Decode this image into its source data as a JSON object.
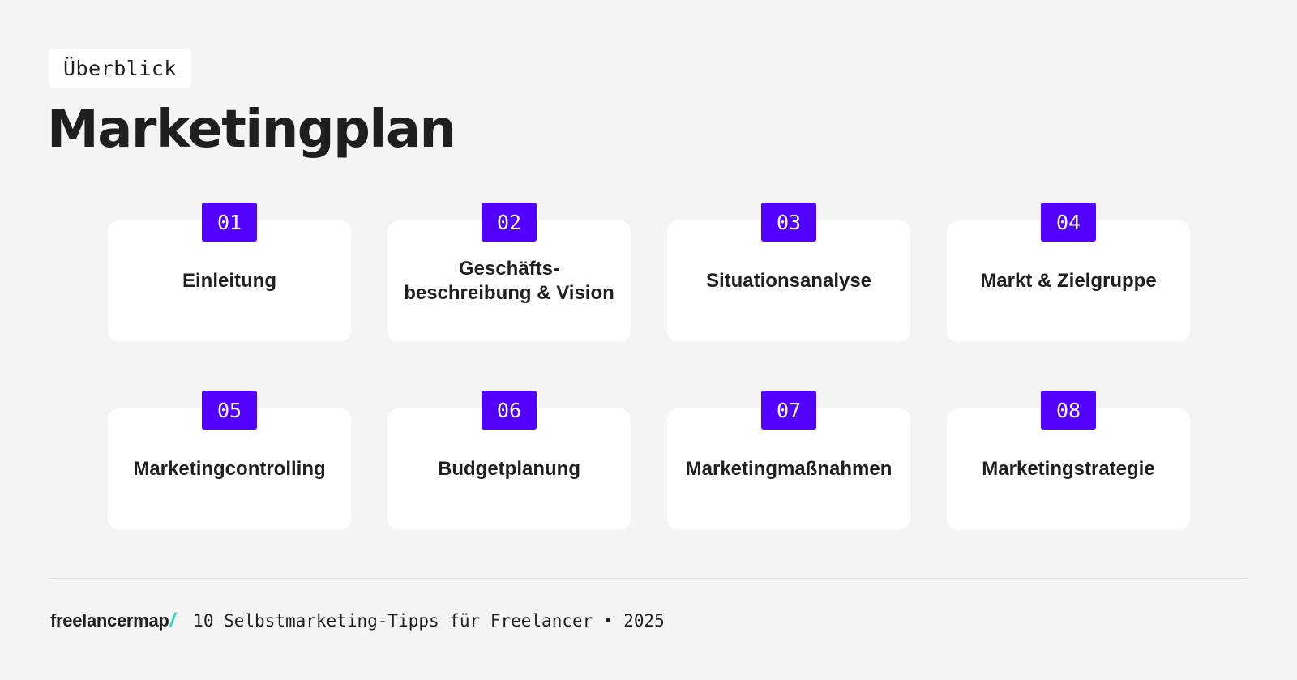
{
  "header": {
    "tag": "Überblick",
    "title": "Marketingplan"
  },
  "cards": [
    {
      "number": "01",
      "label": "Einleitung"
    },
    {
      "number": "02",
      "label": "Geschäfts-\nbeschreibung & Vision"
    },
    {
      "number": "03",
      "label": "Situationsanalyse"
    },
    {
      "number": "04",
      "label": "Markt & Zielgruppe"
    },
    {
      "number": "05",
      "label": "Marketingcontrolling"
    },
    {
      "number": "06",
      "label": "Budgetplanung"
    },
    {
      "number": "07",
      "label": "Marketingmaßnahmen"
    },
    {
      "number": "08",
      "label": "Marketingstrategie"
    }
  ],
  "footer": {
    "brand": "freelancermap",
    "brand_mark": "/",
    "text": "10 Selbstmarketing-Tipps für Freelancer • 2025"
  },
  "colors": {
    "background": "#f4f4f4",
    "badge": "#5200ff",
    "brand_accent": "#2ed8b6",
    "text": "#1f1f1f"
  }
}
